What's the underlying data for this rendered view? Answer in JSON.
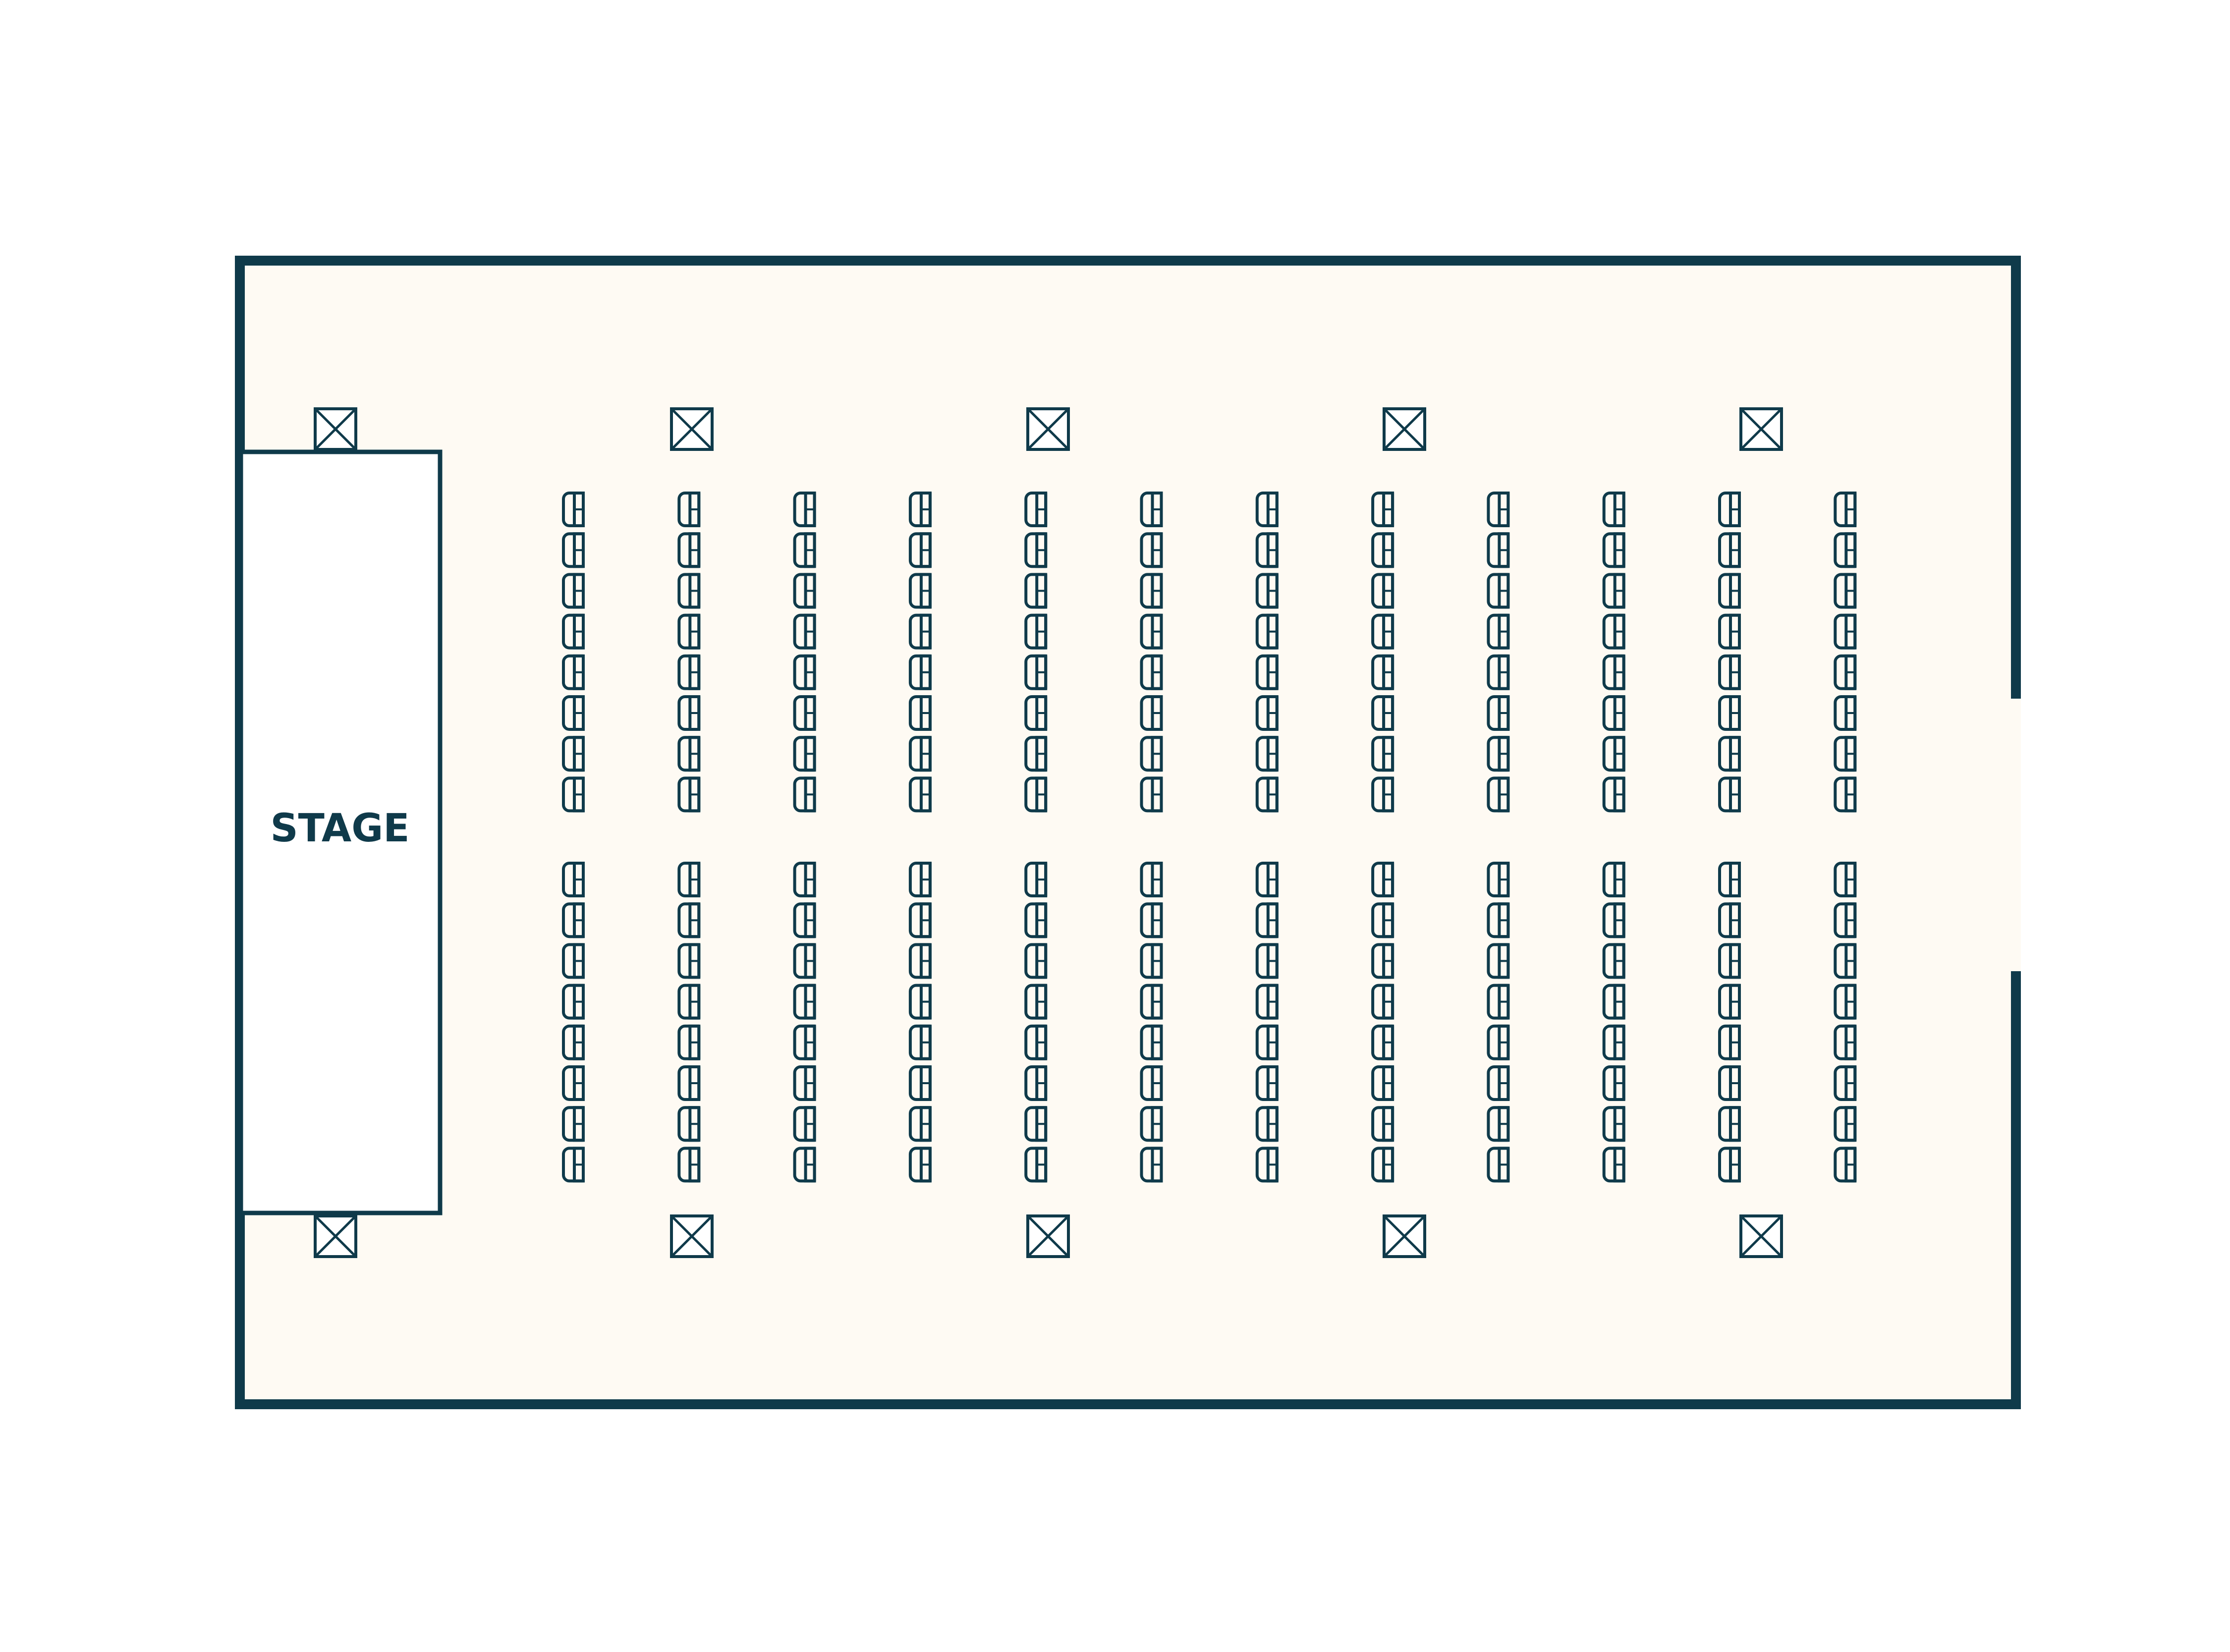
{
  "stage": {
    "label": "STAGE"
  },
  "seating": {
    "columns": 12,
    "rows_per_block": 8,
    "blocks": 2,
    "total_seats": 192
  },
  "pillars": {
    "count": 10
  },
  "icons": {
    "seat": "chair-icon",
    "pillar": "pillar-icon"
  },
  "colors": {
    "wall": "#0f3a4a",
    "floor": "#fefaf3",
    "stage_fill": "#ffffff",
    "background": "#ffffff"
  }
}
